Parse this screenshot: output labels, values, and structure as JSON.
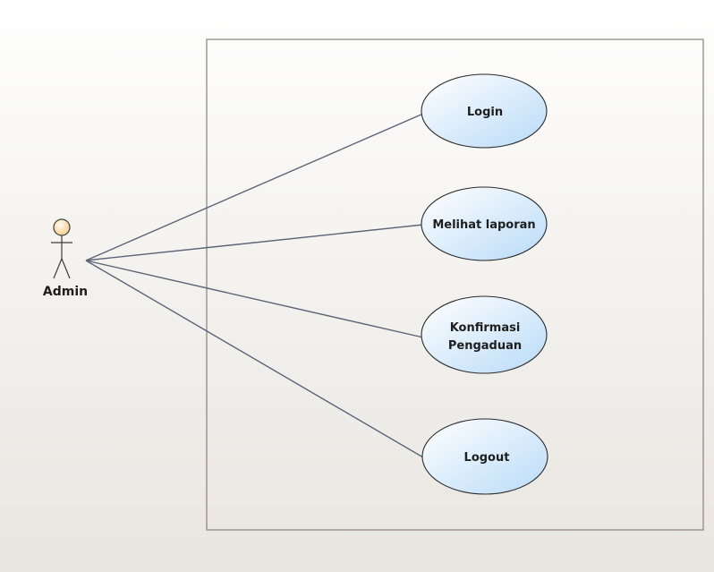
{
  "diagram": {
    "type": "use-case",
    "actor": {
      "name": "Admin",
      "icon": "stick-figure-actor-icon"
    },
    "use_cases": [
      {
        "id": "login",
        "lines": [
          "Login"
        ]
      },
      {
        "id": "melihat-laporan",
        "lines": [
          "Melihat laporan"
        ]
      },
      {
        "id": "konfirmasi-pengaduan",
        "lines": [
          "Konfirmasi",
          "Pengaduan"
        ]
      },
      {
        "id": "logout",
        "lines": [
          "Logout"
        ]
      }
    ],
    "associations": [
      {
        "from": "Admin",
        "to": "login"
      },
      {
        "from": "Admin",
        "to": "melihat-laporan"
      },
      {
        "from": "Admin",
        "to": "konfirmasi-pengaduan"
      },
      {
        "from": "Admin",
        "to": "logout"
      }
    ],
    "colors": {
      "line": "#5a6478",
      "boundary": "#8a7f7f",
      "ellipse_fill_light": "#ffffff",
      "ellipse_fill_dark": "#bcdcf7",
      "ellipse_stroke": "#2b2b2b",
      "actor_fill": "#fde3b8"
    }
  }
}
